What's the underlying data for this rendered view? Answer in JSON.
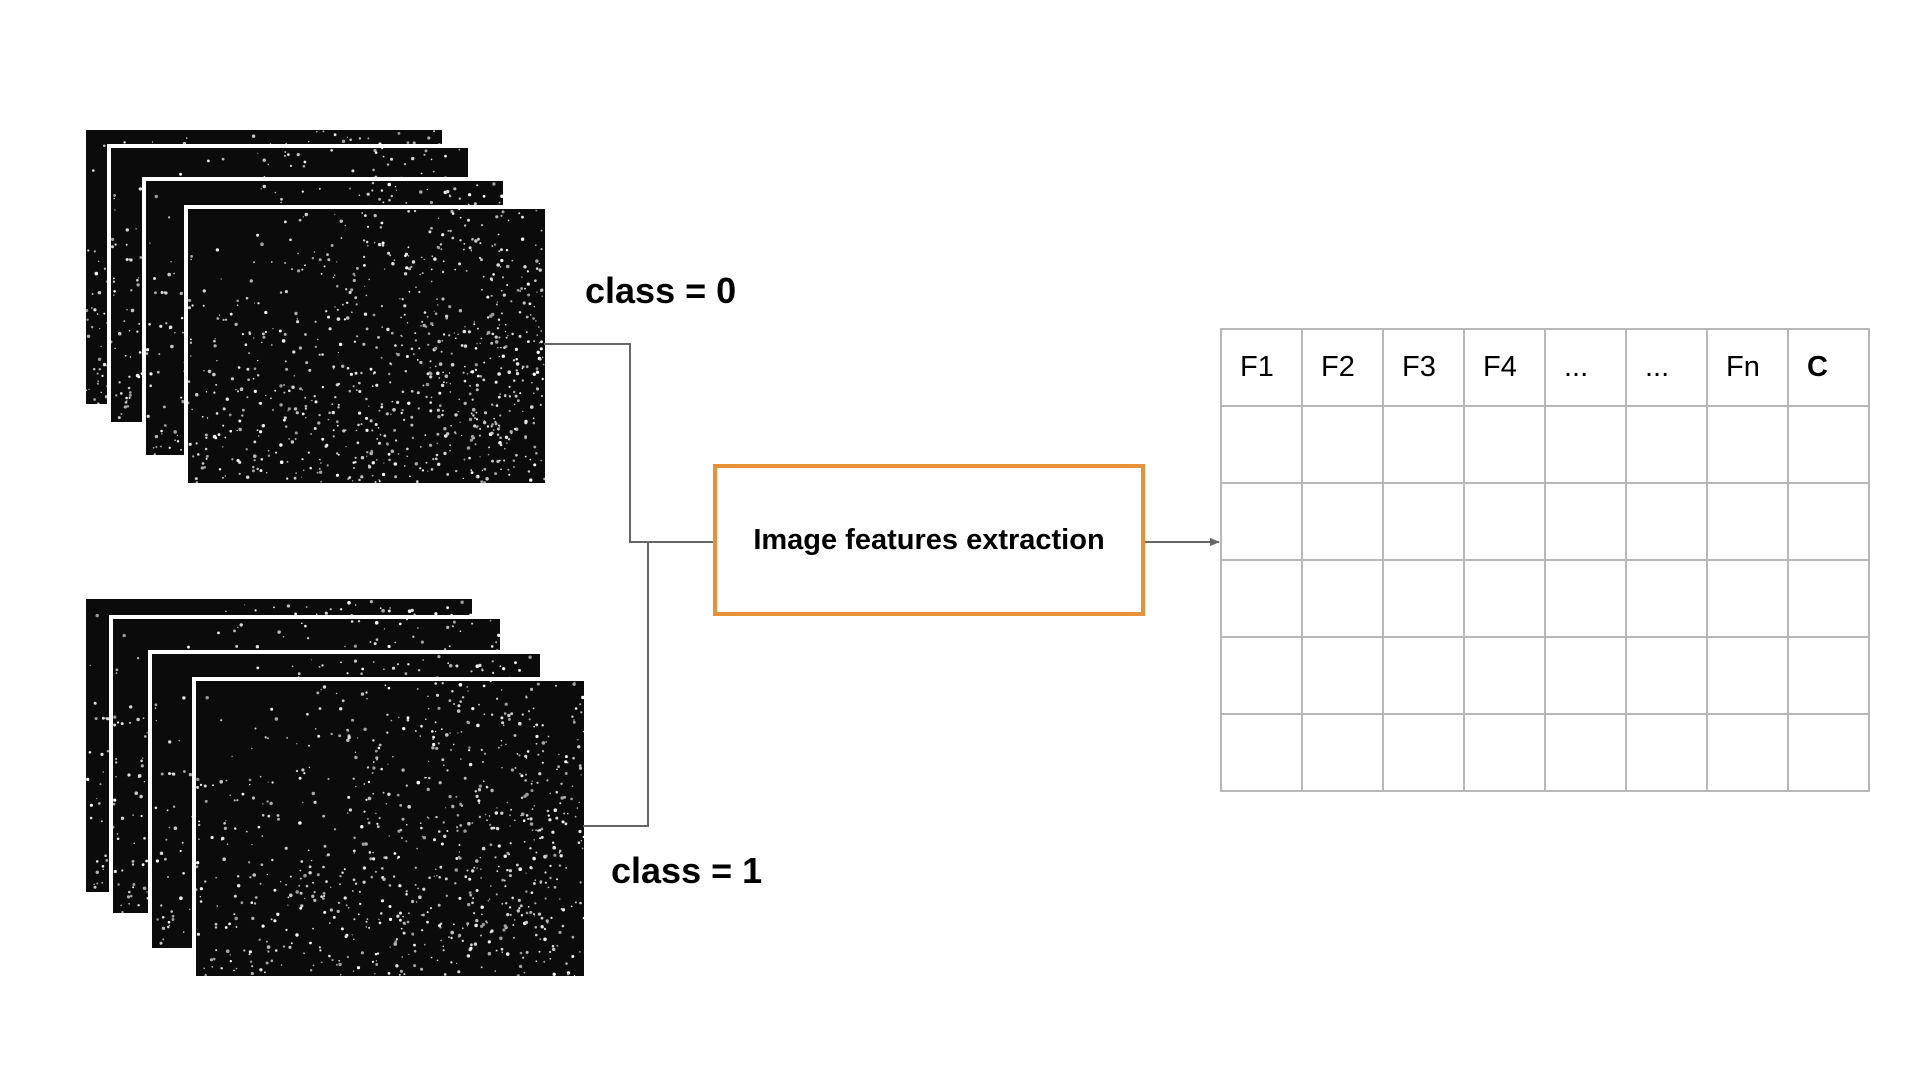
{
  "groups": [
    {
      "label": "class = 0"
    },
    {
      "label": "class = 1"
    }
  ],
  "process": {
    "label": "Image features extraction"
  },
  "table": {
    "headers": [
      "F1",
      "F2",
      "F3",
      "F4",
      "...",
      "...",
      "Fn",
      "C"
    ],
    "empty_rows": 5
  },
  "colors": {
    "process_border": "#e69138",
    "table_grid": "#b7b7b7",
    "connector": "#666666",
    "image_background": "#0b0b0b"
  }
}
